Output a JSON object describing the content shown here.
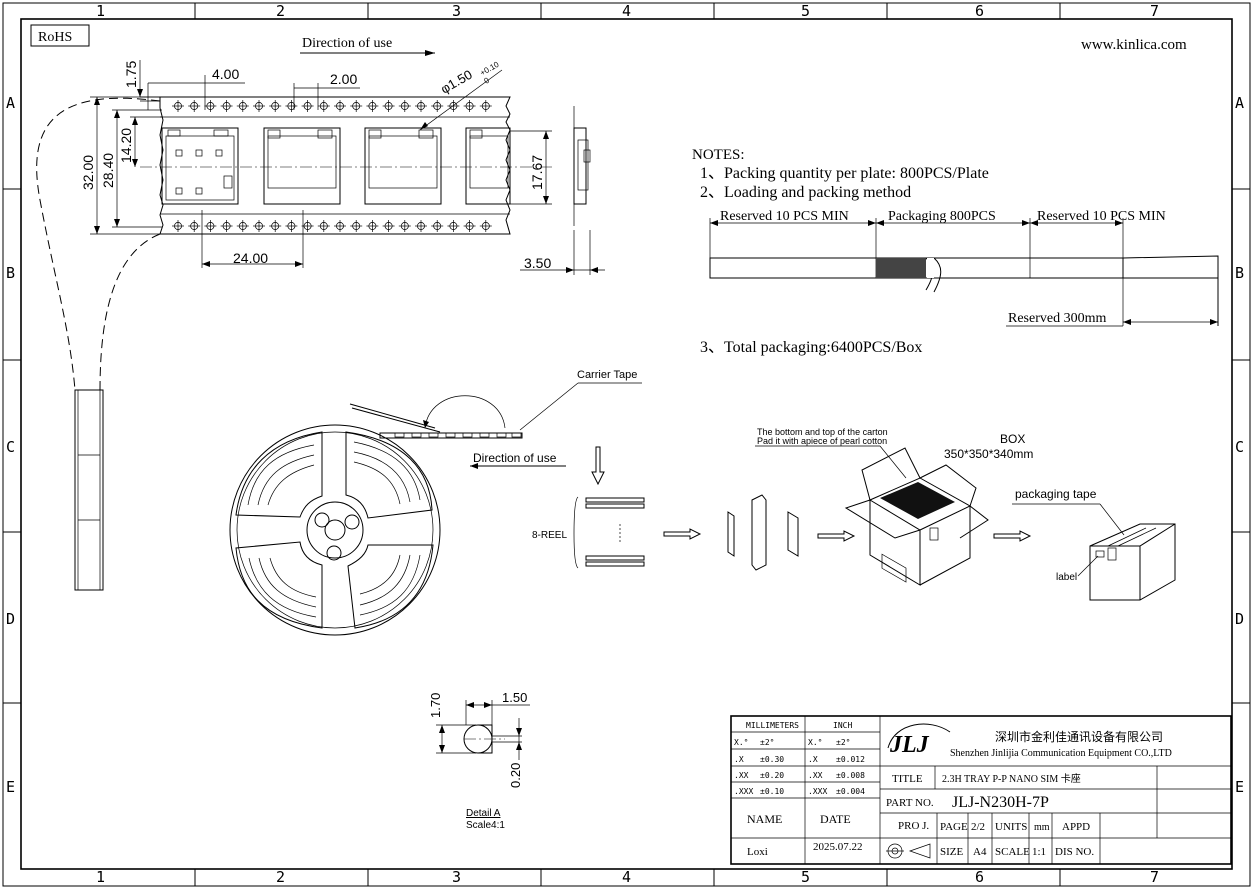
{
  "grid": {
    "columns": [
      "1",
      "2",
      "3",
      "4",
      "5",
      "6",
      "7"
    ],
    "rows": [
      "A",
      "B",
      "C",
      "D",
      "E"
    ]
  },
  "rohs": "RoHS",
  "website": "www.kinlica.com",
  "tape_view": {
    "direction": "Direction of use",
    "dims": {
      "d175": "1.75",
      "d400": "4.00",
      "d200": "2.00",
      "hole": "φ1.50",
      "hole_tol_plus": "+0.10",
      "hole_tol_minus": "0",
      "d3200": "32.00",
      "d2840": "28.40",
      "d1420": "14.20",
      "d1767": "17.67",
      "d2400": "24.00",
      "d350": "3.50"
    }
  },
  "notes": {
    "heading": "NOTES:",
    "n1": "1、Packing quantity per plate: 800PCS/Plate",
    "n2": "2、Loading and packing method",
    "reserved_left": "Reserved 10 PCS MIN",
    "packaging": "Packaging 800PCS",
    "reserved_right": "Reserved 10 PCS MIN",
    "reserved_300": "Reserved 300mm",
    "n3": "3、Total packaging:6400PCS/Box"
  },
  "reel": {
    "carrier_tape": "Carrier Tape",
    "direction": "Direction of use",
    "eight_reel": "8-REEL"
  },
  "box": {
    "note_line1": "The bottom and top of the carton",
    "note_line2": "Pad it with apiece of pearl cotton",
    "label": "BOX",
    "size": "350*350*340mm",
    "packaging_tape": "packaging tape",
    "label_tag": "label"
  },
  "detail": {
    "d170": "1.70",
    "d150": "1.50",
    "d020": "0.20",
    "title": "Detail A",
    "scale": "Scale4:1"
  },
  "title_block": {
    "mm_head": "MILLIMETERS",
    "inch_head": "INCH",
    "tol": [
      [
        "X.°",
        "±2°",
        "X.°",
        "±2°"
      ],
      [
        ".X",
        "±0.30",
        ".X",
        "±0.012"
      ],
      [
        ".XX",
        "±0.20",
        ".XX",
        "±0.008"
      ],
      [
        ".XXX",
        "±0.10",
        ".XXX",
        "±0.004"
      ]
    ],
    "name_label": "NAME",
    "date_label": "DATE",
    "name": "Loxi",
    "date": "2025.07.22",
    "logo": "JLJ",
    "company_cn": "深圳市金利佳通讯设备有限公司",
    "company_en": "Shenzhen Jinlijia Communication Equipment CO.,LTD",
    "title_label": "TITLE",
    "title": "2.3H TRAY P-P NANO SIM 卡座",
    "part_label": "PART NO.",
    "part_no": "JLJ-N230H-7P",
    "proj": "PRO J.",
    "page_label": "PAGE",
    "page": "2/2",
    "units_label": "UNITS",
    "units": "mm",
    "appd": "APPD",
    "size_label": "SIZE",
    "size": "A4",
    "scale_label": "SCALE",
    "scale": "1:1",
    "dis_no": "DIS NO."
  }
}
